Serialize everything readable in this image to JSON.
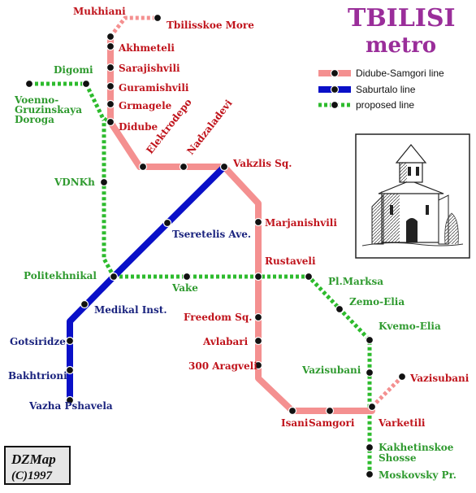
{
  "title": {
    "line1": "TBILISI",
    "line2": "metro"
  },
  "colors": {
    "red_line": "#f49090",
    "blue_line": "#0a10c8",
    "green_line": "#2dbb2d",
    "red_label": "#c0141c",
    "green_label": "#2f9a2f",
    "blue_label": "#1a237e",
    "title": "#9a2e9a"
  },
  "legend": {
    "red": "Didube-Samgori line",
    "blue": "Saburtalo line",
    "green": "proposed line"
  },
  "credit": {
    "logo": "DZMap",
    "year": "(C)1997"
  },
  "picture": {
    "subject": "church-sketch"
  },
  "stations": {
    "mukhiani": "Mukhiani",
    "tbilisskoe_more": "Tbilisskoe More",
    "akhmeteli": "Akhmeteli",
    "sarajishvili": "Sarajishvili",
    "guramishvili": "Guramishvili",
    "grmagele": "Grmagele",
    "didube": "Didube",
    "elektrodepo": "Elektrodepo",
    "nadzaladevi": "Nadzaladevi",
    "vakzlis": "Vakzlis Sq.",
    "marjanishvili": "Marjanishvili",
    "rustaveli": "Rustaveli",
    "freedom": "Freedom Sq.",
    "avlabari": "Avlabari",
    "aragveli": "300 Aragveli",
    "isani": "Isani",
    "samgori": "Samgori",
    "varketili": "Varketili",
    "vazisubani_red": "Vazisubani",
    "tseretelis": "Tseretelis Ave.",
    "medikal": "Medikal Inst.",
    "gotsiridze": "Gotsiridze",
    "bakhtrioni": "Bakhtrioni",
    "vazha": "Vazha Pshavela",
    "politekhnikal": "Politekhnikal",
    "vake": "Vake",
    "digomi": "Digomi",
    "voenno": [
      "Voenno-",
      "Gruzinskaya",
      "Doroga"
    ],
    "vdnkh": "VDNKh",
    "pl_marksa": "Pl.Marksa",
    "zemo_elia": "Zemo-Elia",
    "kvemo_elia": "Kvemo-Elia",
    "vazisubani_green": "Vazisubani",
    "kakhetinskoe": [
      "Kakhetinskoe",
      "Shosse"
    ],
    "moskovsky": "Moskovsky Pr."
  }
}
